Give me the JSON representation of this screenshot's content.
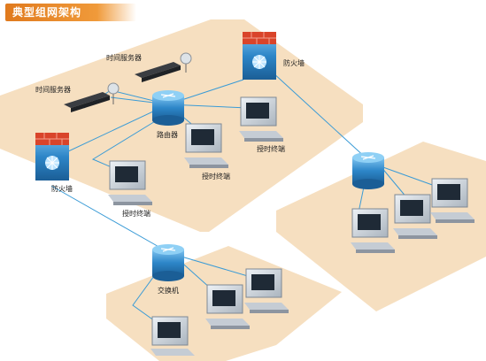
{
  "title": "典型组网架构",
  "labels": {
    "time_server_top": "时间服务器",
    "time_server_left": "时间服务器",
    "firewall_right": "防火墙",
    "firewall_left": "防火墙",
    "router": "路由器",
    "client_center": "授时终端",
    "client_center2": "授时终端",
    "client_left": "授时终端",
    "switch": "交换机"
  },
  "colors": {
    "panel": "#f6dfc0",
    "title_bg": "#e07a1e",
    "device_blue": "#2d86c8",
    "link_line": "#3a9bd6",
    "firewall_red": "#d9442a"
  }
}
